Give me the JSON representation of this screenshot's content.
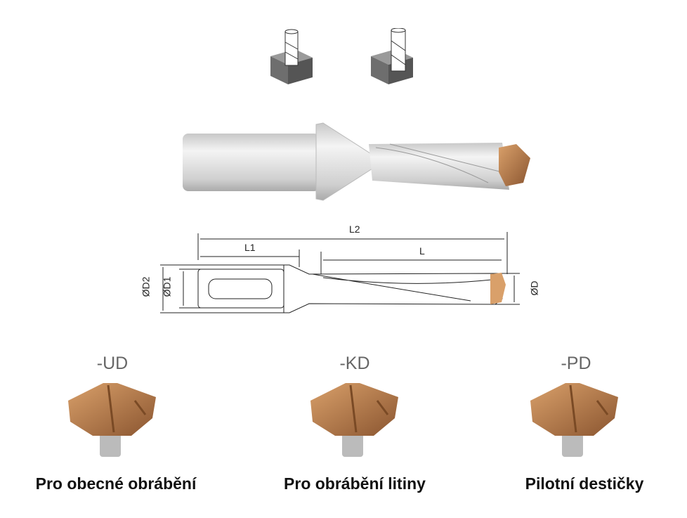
{
  "icons": [
    {
      "name": "blind-hole-drilling-icon"
    },
    {
      "name": "through-hole-drilling-icon"
    }
  ],
  "diagram": {
    "L2": "L2",
    "L1": "L1",
    "L": "L",
    "D2": "ØD2",
    "D1": "ØD1",
    "D": "ØD"
  },
  "inserts": [
    {
      "grade": "-UD",
      "caption": "Pro obecné obrábění"
    },
    {
      "grade": "-KD",
      "caption": "Pro obrábění litiny"
    },
    {
      "grade": "-PD",
      "caption": "Pilotní destičky"
    }
  ],
  "colors": {
    "insert": "#b87a4b",
    "steel": "#d8d8d8"
  }
}
